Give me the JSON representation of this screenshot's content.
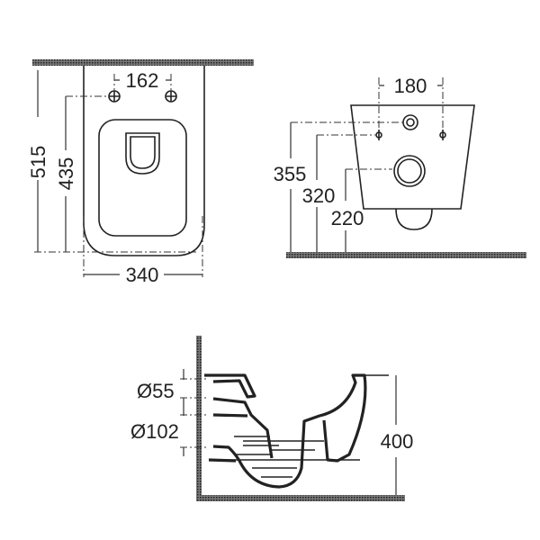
{
  "top_view": {
    "width_label": "340",
    "depth_total_label": "515",
    "depth_seat_label": "435",
    "bolt_spacing_label": "162"
  },
  "side_view": {
    "bolt_spacing_label": "180",
    "height_upper_label": "355",
    "height_bolts_label": "320",
    "height_outlet_label": "220"
  },
  "section_view": {
    "inlet_diameter_label": "Ø55",
    "outlet_diameter_label": "Ø102",
    "mount_height_label": "400"
  },
  "colors": {
    "line": "#222222",
    "wall_hatch": "#555555"
  }
}
